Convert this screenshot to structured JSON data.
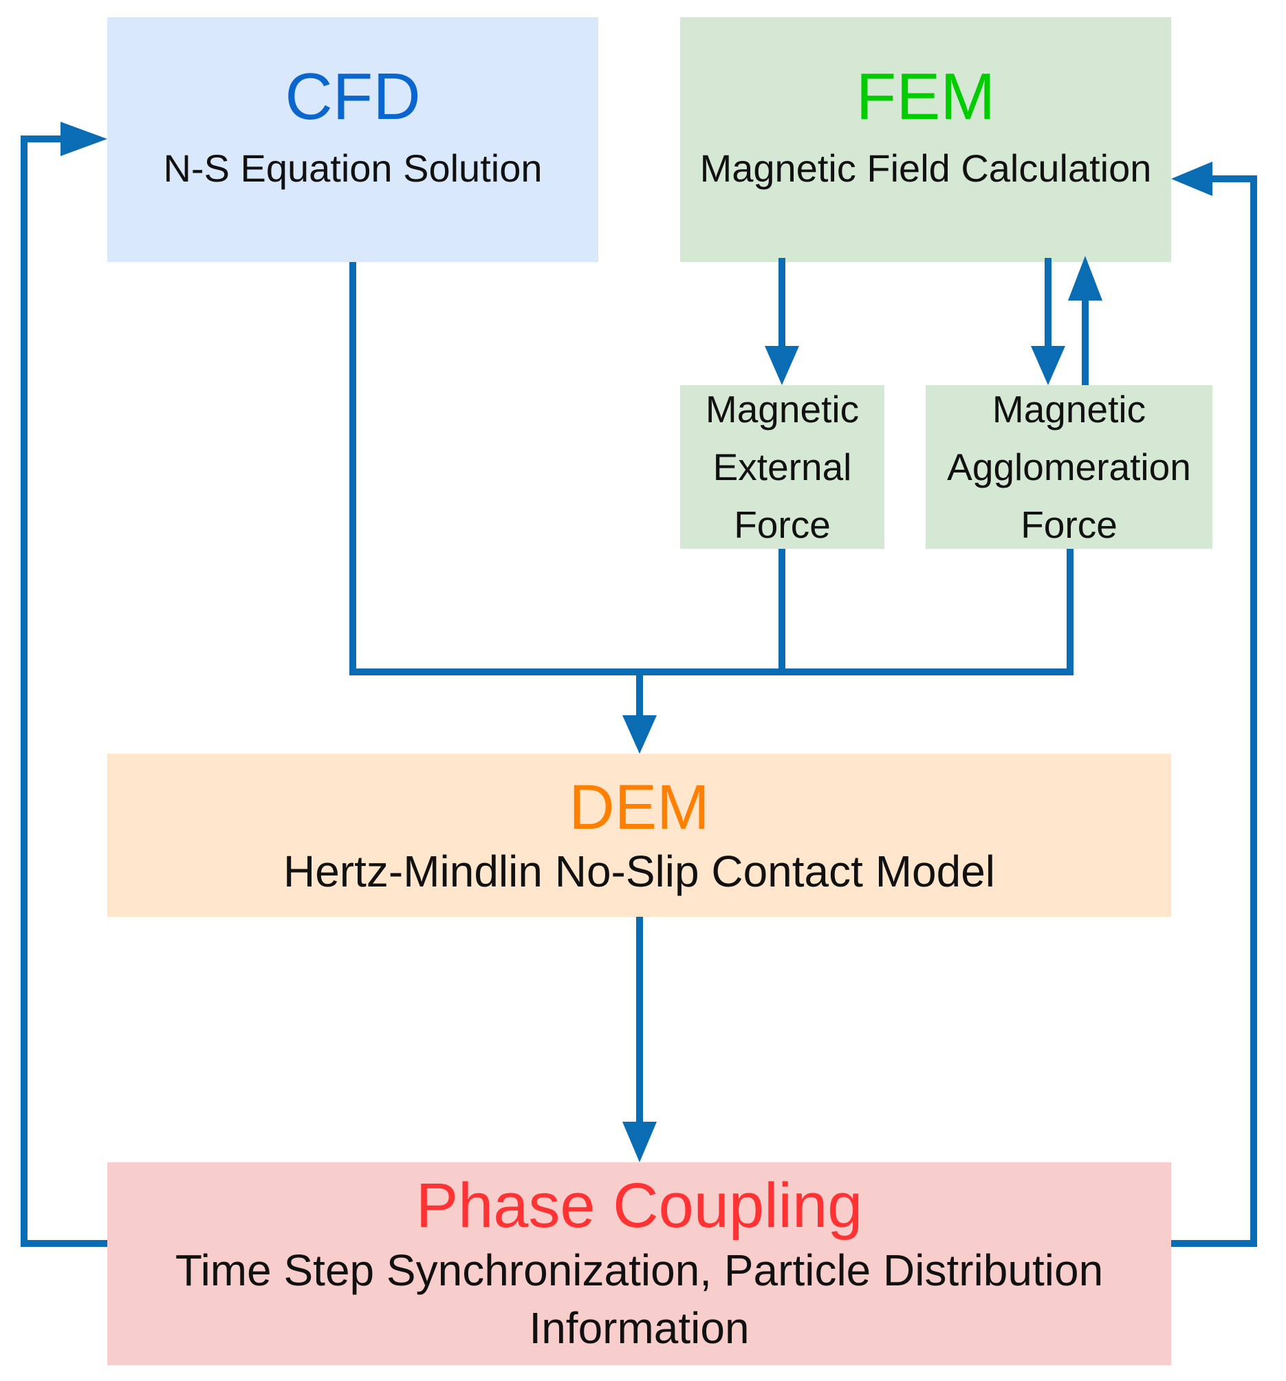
{
  "colors": {
    "arrow": "#0a6db3",
    "cfd_fill": "#dae8fc",
    "fem_fill": "#d5e8d4",
    "dem_fill": "#ffe6cc",
    "phase_fill": "#f8cecc",
    "cfd_title": "#0a66cc",
    "fem_title": "#00cc00",
    "dem_title": "#ff8000",
    "phase_title": "#ff3333"
  },
  "nodes": {
    "cfd": {
      "title": "CFD",
      "subtitle": "N-S Equation Solution"
    },
    "fem": {
      "title": "FEM",
      "subtitle": "Magnetic Field Calculation"
    },
    "magnetic_external_force": {
      "lines": [
        "Magnetic",
        "External",
        "Force"
      ]
    },
    "magnetic_agglomeration_force": {
      "lines": [
        "Magnetic",
        "Agglomeration",
        "Force"
      ]
    },
    "dem": {
      "title": "DEM",
      "subtitle": "Hertz-Mindlin No-Slip Contact Model"
    },
    "phase_coupling": {
      "title": "Phase Coupling",
      "subtitle_line1": "Time Step Synchronization, Particle Distribution",
      "subtitle_line2": "Information"
    }
  }
}
